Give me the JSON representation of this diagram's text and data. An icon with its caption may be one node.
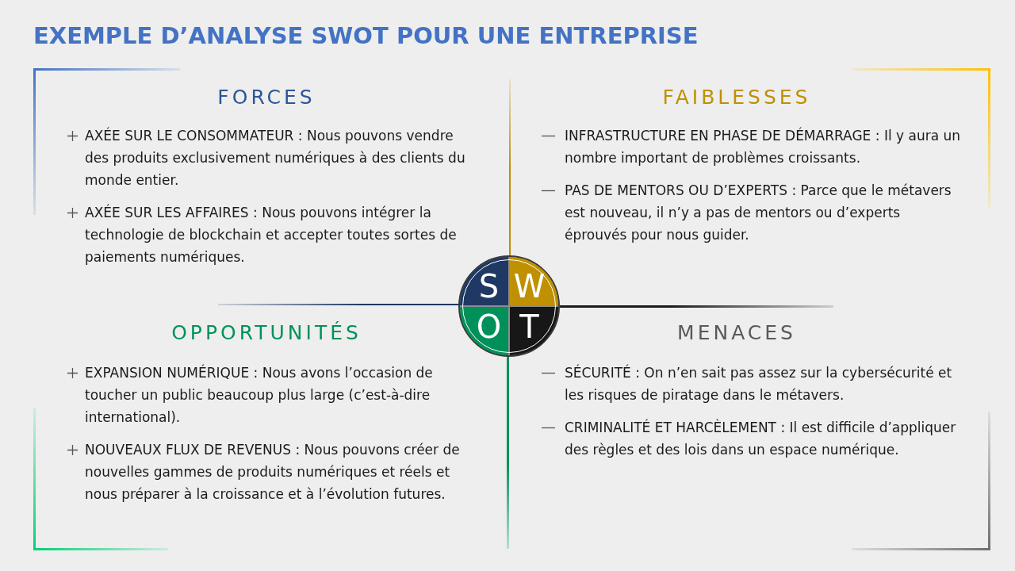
{
  "diagram": {
    "title": "EXEMPLE D’ANALYSE SWOT POUR UNE ENTREPRISE",
    "nodes": [
      {
        "text": [
          "FORCES",
          "AXÉE SUR LE CONSOMMATEUR : Nous pouvons vendre des produits exclusivement numériques à des clients du monde entier.",
          "AXÉE SUR LES AFFAIRES : Nous pouvons intégrer la technologie de blockchain et accepter toutes sortes de paiements numériques."
        ]
      },
      {
        "text": [
          "FAIBLESSES",
          "INFRASTRUCTURE EN PHASE DE DÉMARRAGE : Il y aura un nombre important de problèmes croissants.",
          "PAS DE MENTORS OU D’EXPERTS : Parce que le métavers est nouveau, il n’y a pas de mentors ou d’experts éprouvés pour nous guider."
        ]
      },
      {
        "text": [],
        "shape": "circle"
      },
      {
        "text": [
          "S"
        ],
        "in": 2
      },
      {
        "text": [
          "W"
        ],
        "in": 2
      },
      {
        "text": [
          "O"
        ],
        "in": 2
      },
      {
        "text": [
          "T"
        ],
        "in": 2
      },
      {
        "text": [
          "OPPORTUNITÉS",
          "EXPANSION NUMÉRIQUE : Nous avons l’occasion de toucher un public beaucoup plus large (c’est-à-dire international).",
          "NOUVEAUX FLUX DE REVENUS : Nous pouvons créer de nouvelles gammes de produits numériques et réels et nous préparer à la croissance et à l’évolution futures."
        ]
      },
      {
        "text": [
          "MENACES",
          "SÉCURITÉ : On n’en sait pas assez sur la cybersécurité et les risques de piratage dans le métavers.",
          "CRIMINALITÉ ET HARCÈLEMENT : Il est difficile d’appliquer des règles et des lois dans un espace numérique."
        ]
      }
    ]
  }
}
